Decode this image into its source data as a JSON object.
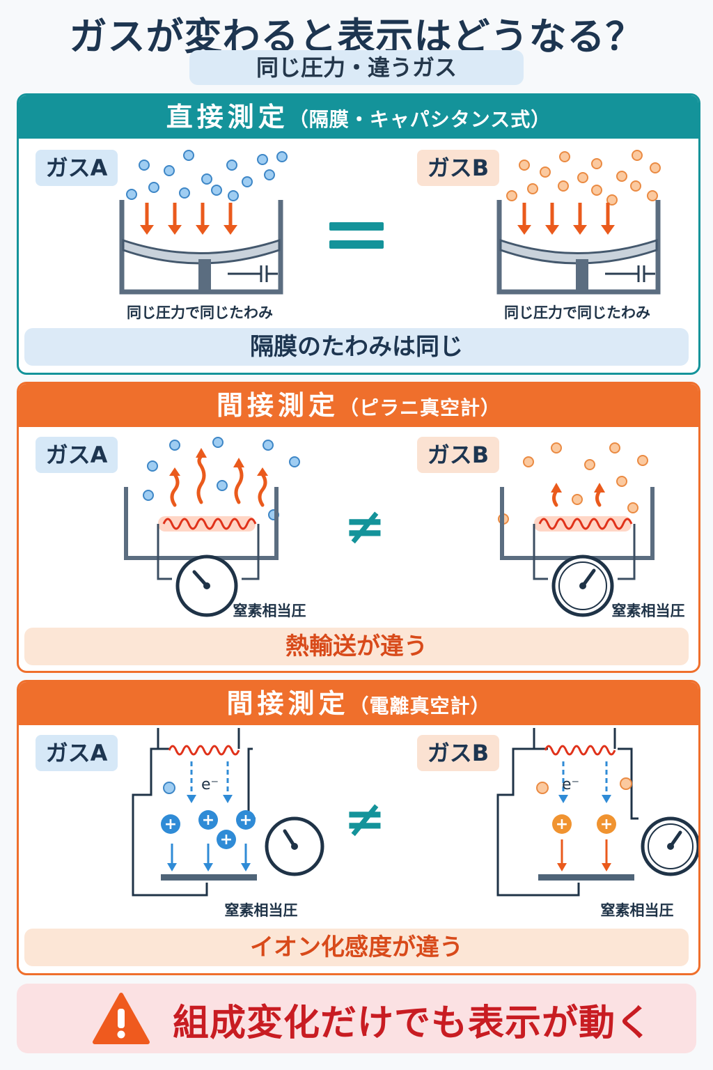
{
  "title": "ガスが変わると表示はどうなる？",
  "subtitle": "同じ圧力・違うガス",
  "sections": [
    {
      "heading": "直接測定",
      "heading_paren": "（隔膜・キャパシタンス式）",
      "gas_a": "ガスA",
      "gas_b": "ガスB",
      "caption_a": "同じ圧力で同じたわみ",
      "caption_b": "同じ圧力で同じたわみ",
      "relation": "=",
      "footer": "隔膜のたわみは同じ"
    },
    {
      "heading": "間接測定",
      "heading_paren": "（ピラニ真空計）",
      "gas_a": "ガスA",
      "gas_b": "ガスB",
      "caption_a": "窒素相当圧",
      "caption_b": "窒素相当圧",
      "relation": "≠",
      "footer": "熱輸送が違う"
    },
    {
      "heading": "間接測定",
      "heading_paren": "（電離真空計）",
      "gas_a": "ガスA",
      "gas_b": "ガスB",
      "electron_a": "e⁻",
      "electron_b": "e⁻",
      "caption_a": "窒素相当圧",
      "caption_b": "窒素相当圧",
      "relation": "≠",
      "footer": "イオン化感度が違う"
    }
  ],
  "warning": {
    "icon": "warning-triangle-icon",
    "text": "組成変化だけでも表示が動く"
  },
  "colors": {
    "teal": "#14939a",
    "orange": "#ef6f2c",
    "gas_a": "#5aa8e6",
    "gas_b": "#f6a66a",
    "warning_red": "#c81c22"
  }
}
